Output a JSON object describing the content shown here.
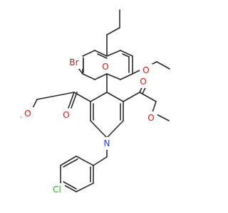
{
  "colors": {
    "bond": "#2b2b2b",
    "oxygen": "#ff0d0d",
    "nitrogen": "#2b3bff",
    "bromine": "#a62929",
    "chlorine": "#1fb41f"
  },
  "atoms": {
    "bromine": "Br",
    "chlorine": "Cl",
    "nitrogen": "N",
    "ethoxy_oxygen": "O",
    "methoxy_oxygen": "O",
    "left_ester_carbonyl_oxygen": "O",
    "left_ester_alkoxy_oxygen": "O",
    "right_ester_carbonyl_oxygen": "O",
    "right_ester_alkoxy_oxygen": "O"
  }
}
